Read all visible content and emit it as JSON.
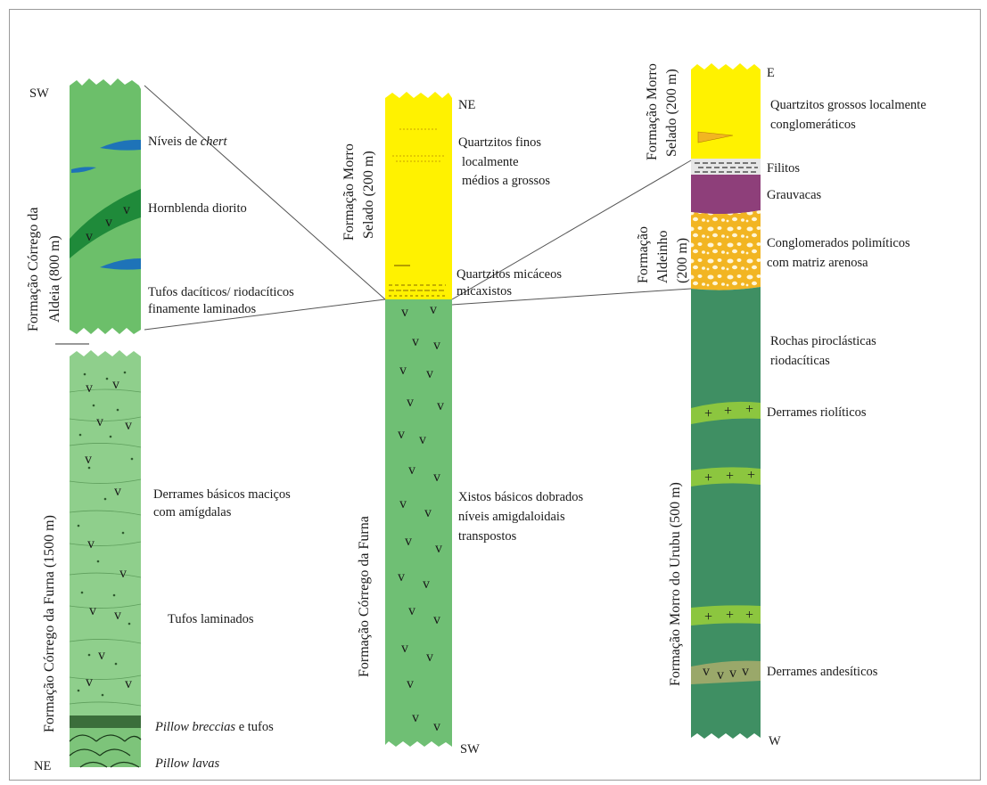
{
  "columns": {
    "left": {
      "top_label": "SW",
      "bottom_label": "NE",
      "formation_upper": [
        "Formação Córrego da",
        "Aldeia (800 m)"
      ],
      "formation_lower": "Formação Córrego da Furna (1500 m)",
      "units": {
        "chert_prefix": "Níveis de ",
        "chert_italic": "chert",
        "hornblende": "Hornblenda diorito",
        "tufos_dac_1": "Tufos dacíticos/ riodacíticos",
        "tufos_dac_2": "finamente laminados",
        "derrames_1": "Derrames básicos  maciços",
        "derrames_2": "com amígdalas",
        "tufos_lam": "Tufos laminados",
        "pillow_breccias_italic": "Pillow breccias",
        "pillow_breccias_rest": " e tufos",
        "pillow_lavas": "Pillow lavas"
      }
    },
    "middle": {
      "top_label": "NE",
      "bottom_label": "SW",
      "formation_upper": [
        "Formação Morro",
        "Selado (200 m)"
      ],
      "formation_lower": "Formação Córrego da Furna",
      "units": {
        "quartzitos_finos_1": "Quartzitos finos",
        "quartzitos_finos_2": "localmente",
        "quartzitos_finos_3": "médios a grossos",
        "quartzitos_mic_1": "Quartzitos micáceos",
        "quartzitos_mic_2": "micaxistos",
        "xistos_1": "Xistos básicos dobrados",
        "xistos_2": "níveis amigdaloidais",
        "xistos_3": "transpostos"
      }
    },
    "right": {
      "top_label": "E",
      "bottom_label": "W",
      "formation_upper": [
        "Formação Morro",
        "Selado (200 m)"
      ],
      "formation_middle": [
        "Formação",
        "Aldeinho",
        "(200 m)"
      ],
      "formation_lower": "Formação Morro do Urubu (500 m)",
      "units": {
        "quartzitos_grossos_1": "Quartzitos grossos localmente",
        "quartzitos_grossos_2": "conglomeráticos",
        "filitos": "Filitos",
        "grauvacas": "Grauvacas",
        "conglomerados_1": "Conglomerados polimíticos",
        "conglomerados_2": "com matriz arenosa",
        "piroclasticas_1": "Rochas piroclásticas",
        "piroclasticas_2": "riodacíticas",
        "derrames_rioliticos": "Derrames riolíticos",
        "derrames_andesiticos": "Derrames andesíticos"
      }
    }
  },
  "colors": {
    "light_green": "#7dc47a",
    "lighter_green": "#8fcf8c",
    "dark_green": "#3f8f5c",
    "band_green": "#1f8a3a",
    "chert_blue": "#1e73b8",
    "yellow": "#fff200",
    "purple": "#8e3f7a",
    "conglomerate": "#f2b522",
    "lime": "#8cc63f",
    "olive": "#9aa86a"
  }
}
